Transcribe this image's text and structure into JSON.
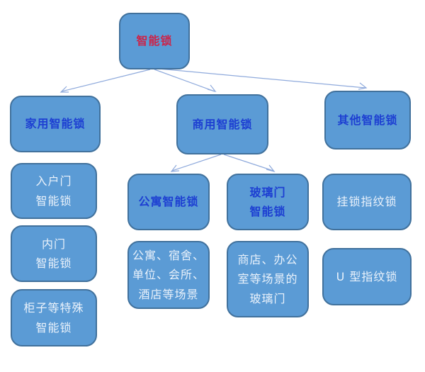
{
  "nodes": {
    "root": {
      "label": "智能锁"
    },
    "home": {
      "label": "家用智能锁"
    },
    "commercial": {
      "label": "商用智能锁"
    },
    "other": {
      "label": "其他智能锁"
    },
    "entry_door": {
      "label": "入户门\n智能锁"
    },
    "inner_door": {
      "label": "内门\n智能锁"
    },
    "cabinet": {
      "label": "柜子等特殊\n智能锁"
    },
    "apartment": {
      "label": "公寓智能锁"
    },
    "glass_door": {
      "label": "玻璃门\n智能锁"
    },
    "apartment_scenes": {
      "label": "公寓、宿舍、\n单位、会所、\n酒店等场景"
    },
    "glass_scenes": {
      "label": "商店、办公\n室等场景的\n玻璃门"
    },
    "padlock": {
      "label": "挂锁指纹锁"
    },
    "u_lock": {
      "label": "U 型指纹锁"
    }
  },
  "colors": {
    "background": "#ffffff",
    "box_fill": "#5b9bd5",
    "box_border": "#41719c",
    "root_text": "#cc2449",
    "branch_text": "#1d3fd2",
    "leaf_text": "#eaf2fb",
    "connector": "#8faadc"
  }
}
